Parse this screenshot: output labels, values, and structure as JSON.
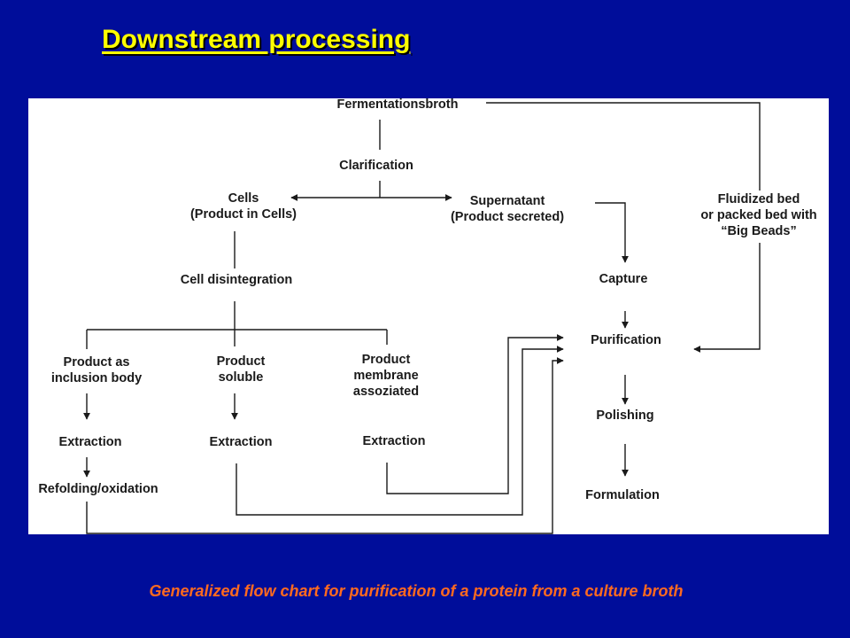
{
  "title": "Downstream processing",
  "caption": "Generalized flow chart for purification of a protein from a culture broth",
  "colors": {
    "background": "#000d9a",
    "title": "#ffff00",
    "caption": "#ff6a1f",
    "panel": "#ffffff"
  },
  "nodes": {
    "fermentation": "Fermentationsbroth",
    "clarification": "Clarification",
    "cells": {
      "line1": "Cells",
      "line2": "(Product in Cells)"
    },
    "supernatant": {
      "line1": "Supernatant",
      "line2": "(Product secreted)"
    },
    "fluidized": {
      "line1": "Fluidized bed",
      "line2": "or packed bed with",
      "line3": "“Big Beads”"
    },
    "cell_disintegration": "Cell disintegration",
    "capture": "Capture",
    "purification": "Purification",
    "polishing": "Polishing",
    "formulation": "Formulation",
    "inclusion_body": {
      "line1": "Product as",
      "line2": "inclusion body"
    },
    "soluble": {
      "line1": "Product",
      "line2": "soluble"
    },
    "membrane": {
      "line1": "Product",
      "line2": "membrane",
      "line3": "assoziated"
    },
    "extraction_1": "Extraction",
    "extraction_2": "Extraction",
    "extraction_3": "Extraction",
    "refolding": "Refolding/oxidation"
  }
}
